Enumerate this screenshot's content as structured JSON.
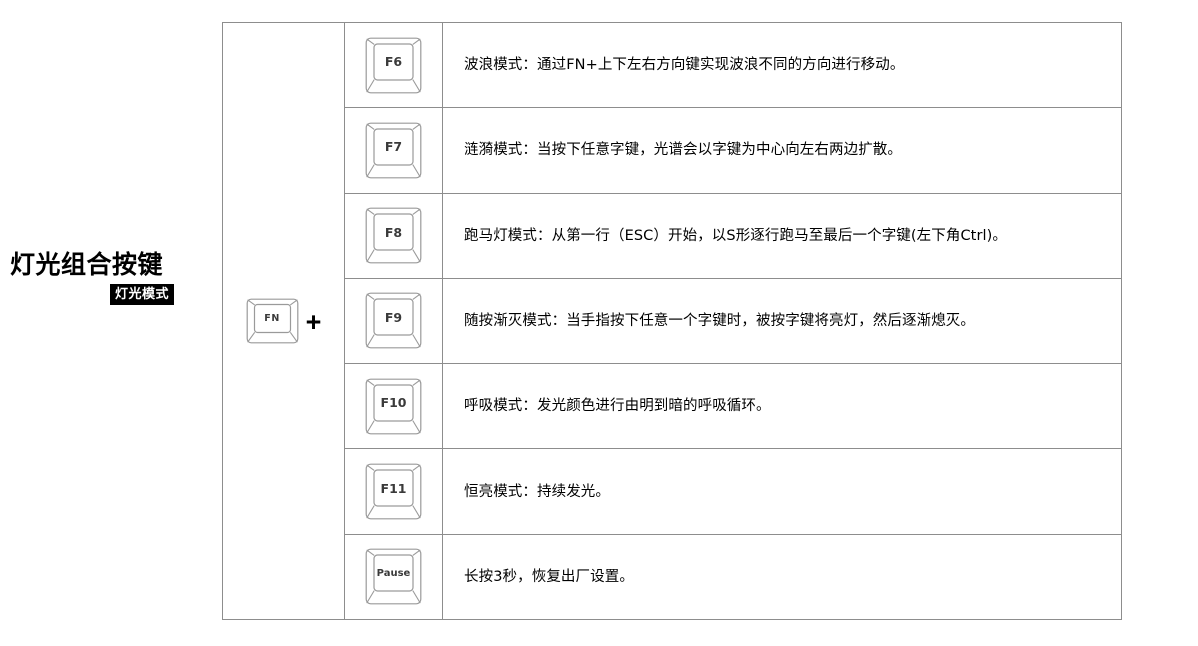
{
  "caption": {
    "title": "灯光组合按键",
    "badge": "灯光模式"
  },
  "table": {
    "modifier": {
      "key_label": "FN",
      "plus": "+"
    },
    "rows": [
      {
        "key": "F6",
        "description": "波浪模式：通过FN+上下左右方向键实现波浪不同的方向进行移动。"
      },
      {
        "key": "F7",
        "description": "涟漪模式：当按下任意字键，光谱会以字键为中心向左右两边扩散。"
      },
      {
        "key": "F8",
        "description": "跑马灯模式：从第一行（ESC）开始，以S形逐行跑马至最后一个字键(左下角Ctrl)。"
      },
      {
        "key": "F9",
        "description": "随按渐灭模式：当手指按下任意一个字键时，被按字键将亮灯，然后逐渐熄灭。"
      },
      {
        "key": "F10",
        "description": "呼吸模式：发光颜色进行由明到暗的呼吸循环。"
      },
      {
        "key": "F11",
        "description": "恒亮模式：持续发光。"
      },
      {
        "key": "Pause",
        "description": "长按3秒，恢复出厂设置。"
      }
    ]
  },
  "colors": {
    "border": "#8d8d8d",
    "keycap_stroke": "#9a9a9a",
    "keycap_label": "#3a3a3a",
    "badge_background": "#000000",
    "badge_text": "#ffffff",
    "page_background": "#ffffff"
  }
}
